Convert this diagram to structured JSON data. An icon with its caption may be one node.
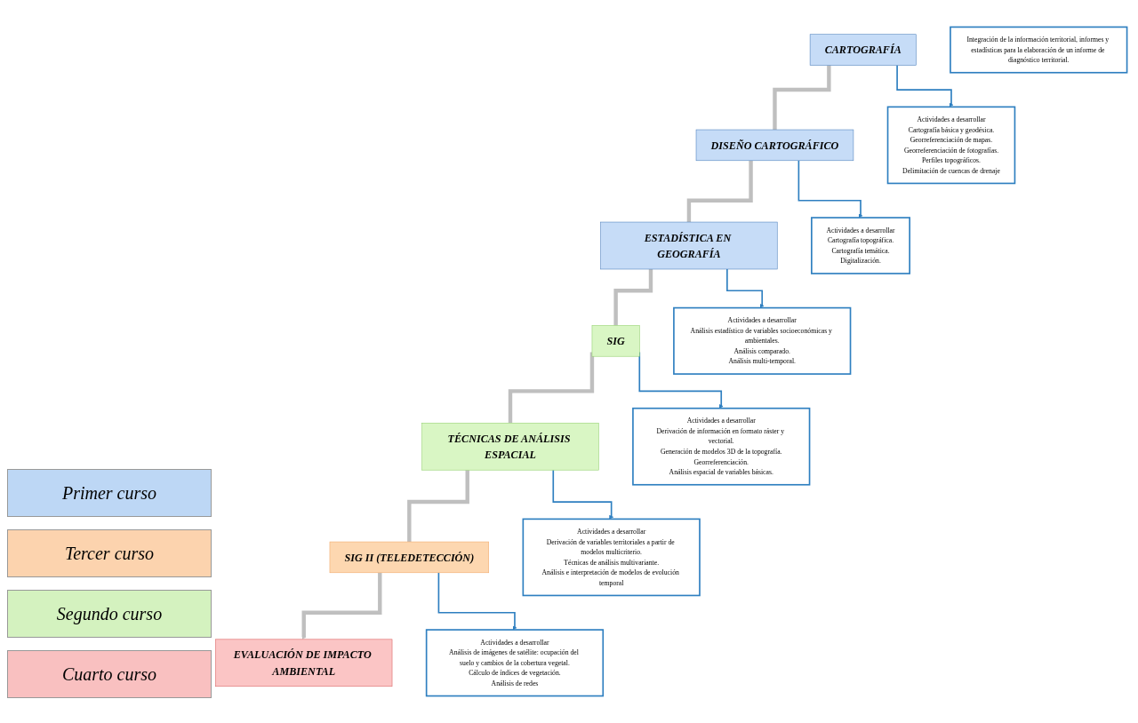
{
  "diagram": {
    "nodes": [
      {
        "text": [
          "Actividades a desarrollar",
          "Cartografía básica y geodésica.",
          "Georreferenciación de mapas.",
          "Georreferenciación de fotografías.",
          "Perfiles topográficos.",
          "Delimitación de cuencas de drenaje"
        ]
      },
      {
        "text": [
          "CARTOGRAFÍA"
        ]
      },
      {
        "text": [
          "Actividades a desarrollar",
          "Cartografía topográfica.",
          "Cartografía temática.",
          "Digitalización."
        ]
      },
      {
        "text": [
          "DISEÑO CARTOGRÁFICO"
        ]
      },
      {
        "text": [
          "Actividades a desarrollar",
          "Análisis estadístico de variables socioeconómicas y ambientales.",
          "Análisis comparado.",
          "Análisis multi-temporal."
        ]
      },
      {
        "text": [
          "ESTADÍSTICA EN GEOGRAFÍA"
        ]
      },
      {
        "text": [
          "Actividades a desarrollar",
          "Derivación de información en formato ráster y vectorial.",
          "Generación de modelos 3D de la topografía.",
          "Georreferenciación.",
          "Análisis espacial de variables básicas."
        ]
      },
      {
        "text": [
          "SIG"
        ]
      },
      {
        "text": [
          "Actividades a desarrollar",
          "Derivación de variables territoriales a partir de modelos multicriterio.",
          "Técnicas de análisis multivariante.",
          "Análisis e interpretación de modelos de evolución temporal"
        ]
      },
      {
        "text": [
          "TÉCNICAS DE ANÁLISIS ESPACIAL"
        ]
      },
      {
        "text": [
          "Actividades a desarrollar",
          "Análisis de imágenes de satélite: ocupación del suelo y cambios de la cobertura vegetal.",
          "Cálculo de índices de vegetación.",
          "Análisis de redes"
        ]
      },
      {
        "text": [
          "SIG II (TELEDETECCIÓN)"
        ]
      },
      {
        "text": [
          "EVALUACIÓN DE IMPACTO AMBIENTAL"
        ]
      },
      {
        "text": [
          "Integración de la información territorial, informes y estadísticas para la elaboración de un informe de diagnóstico territorial."
        ]
      }
    ],
    "edges": [
      {
        "from": 1,
        "to": 3,
        "arrow": "none",
        "style": "thick",
        "color": "#bfbfbf"
      },
      {
        "from": 3,
        "to": 5,
        "arrow": "none",
        "style": "thick",
        "color": "#bfbfbf"
      },
      {
        "from": 5,
        "to": 7,
        "arrow": "none",
        "style": "thick",
        "color": "#bfbfbf"
      },
      {
        "from": 7,
        "to": 9,
        "arrow": "none",
        "style": "thick",
        "color": "#bfbfbf"
      },
      {
        "from": 9,
        "to": 11,
        "arrow": "none",
        "style": "thick",
        "color": "#bfbfbf"
      },
      {
        "from": 11,
        "to": 12,
        "arrow": "to",
        "style": "thick",
        "color": "#bfbfbf"
      },
      {
        "from": 1,
        "to": 0,
        "arrow": "to",
        "color": "#2e7fc0"
      },
      {
        "from": 3,
        "to": 2,
        "arrow": "to",
        "color": "#2e7fc0"
      },
      {
        "from": 5,
        "to": 4,
        "arrow": "to",
        "color": "#2e7fc0"
      },
      {
        "from": 7,
        "to": 6,
        "arrow": "to",
        "color": "#2e7fc0"
      },
      {
        "from": 9,
        "to": 8,
        "arrow": "to",
        "color": "#2e7fc0"
      },
      {
        "from": 11,
        "to": 10,
        "arrow": "to",
        "color": "#2e7fc0"
      }
    ],
    "legend": [
      {
        "text": "Primer curso",
        "color": "#bdd7f5"
      },
      {
        "text": "Tercer curso",
        "color": "#fcd3ae"
      },
      {
        "text": "Segundo curso",
        "color": "#d4f2bf"
      },
      {
        "text": "Cuarto curso",
        "color": "#f9c0c0"
      }
    ]
  }
}
